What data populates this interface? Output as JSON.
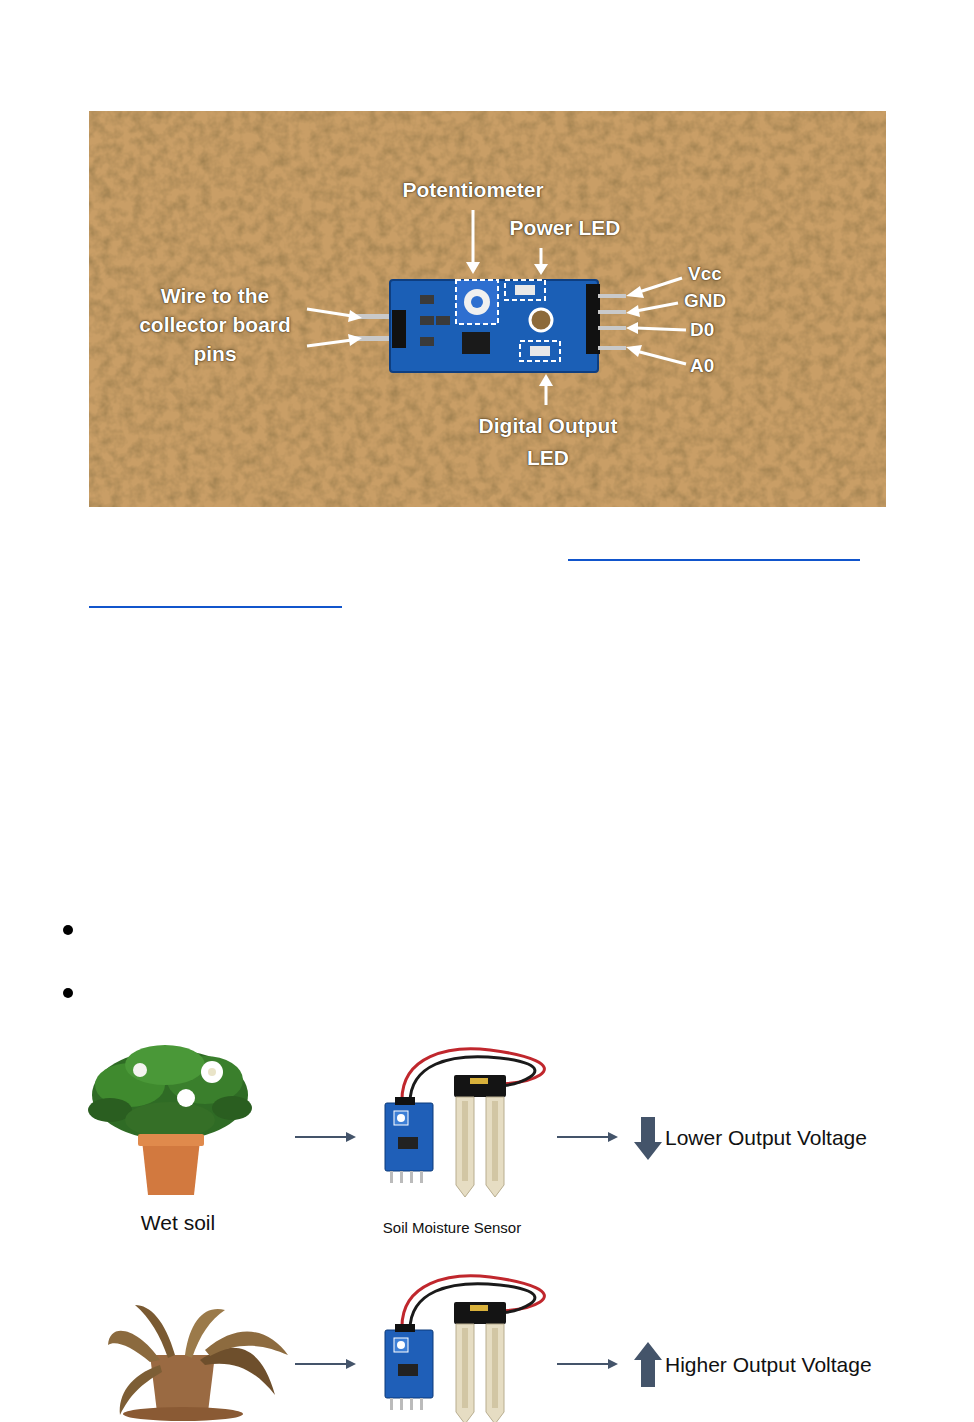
{
  "diagram": {
    "labels": [
      "Potentiometer",
      "Power LED",
      "Wire to the collector board pins",
      "Vcc",
      "GND",
      "D0",
      "A0",
      "Digital Output LED",
      "Wet soil",
      "Soil Moisture Sensor",
      "Lower Output Voltage",
      "Higher Output Voltage"
    ]
  }
}
